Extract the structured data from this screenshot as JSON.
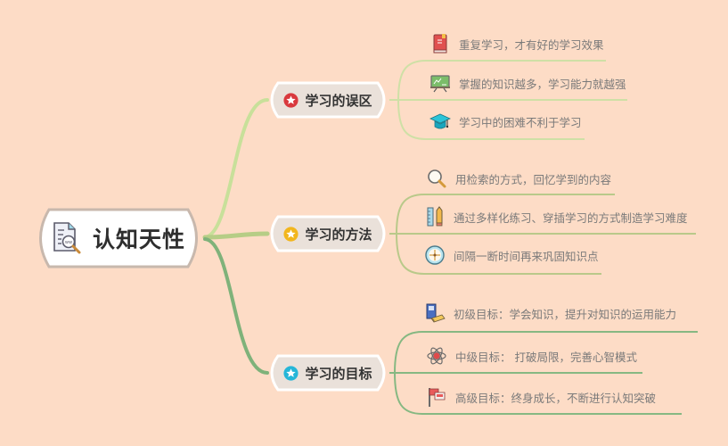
{
  "root": {
    "title": "认知天性",
    "icon": "document-search-icon"
  },
  "colors": {
    "background": "#fddcc6",
    "branch_light_green": "#c8e09a",
    "branch_mid_green": "#b2c57e",
    "branch_dark_green": "#7fb27a",
    "node_fill": "#eae1da",
    "text_dark": "#333333",
    "text_leaf": "#7a7a7a",
    "badge_red": "#d9393e",
    "badge_yellow": "#f2b61d",
    "badge_blue": "#25b6d8"
  },
  "branches": [
    {
      "label": "学习的误区",
      "badge_icon": "red-star-badge-icon",
      "badge_color": "#d9393e",
      "items": [
        {
          "text": "重复学习，才有好的学习效果",
          "icon": "red-book-icon"
        },
        {
          "text": "掌握的知识越多，学习能力就越强",
          "icon": "chalkboard-icon"
        },
        {
          "text": "学习中的困难不利于学习",
          "icon": "graduation-cap-icon"
        }
      ]
    },
    {
      "label": "学习的方法",
      "badge_icon": "yellow-star-badge-icon",
      "badge_color": "#f2b61d",
      "items": [
        {
          "text": "用检索的方式，回忆学到的内容",
          "icon": "magnifier-icon"
        },
        {
          "text": "通过多样化练习、穿插学习的方式制造学习难度",
          "icon": "ruler-pencil-icon"
        },
        {
          "text": "间隔一断时间再来巩固知识点",
          "icon": "compass-icon"
        }
      ]
    },
    {
      "label": "学习的目标",
      "badge_icon": "blue-star-badge-icon",
      "badge_color": "#25b6d8",
      "items": [
        {
          "text": "初级目标：学会知识，提升对知识的运用能力",
          "icon": "books-icon"
        },
        {
          "text": "中级目标： 打破局限，完善心智模式",
          "icon": "atom-icon"
        },
        {
          "text": "高级目标：终身成长，不断进行认知突破",
          "icon": "flag-icon"
        }
      ]
    }
  ]
}
